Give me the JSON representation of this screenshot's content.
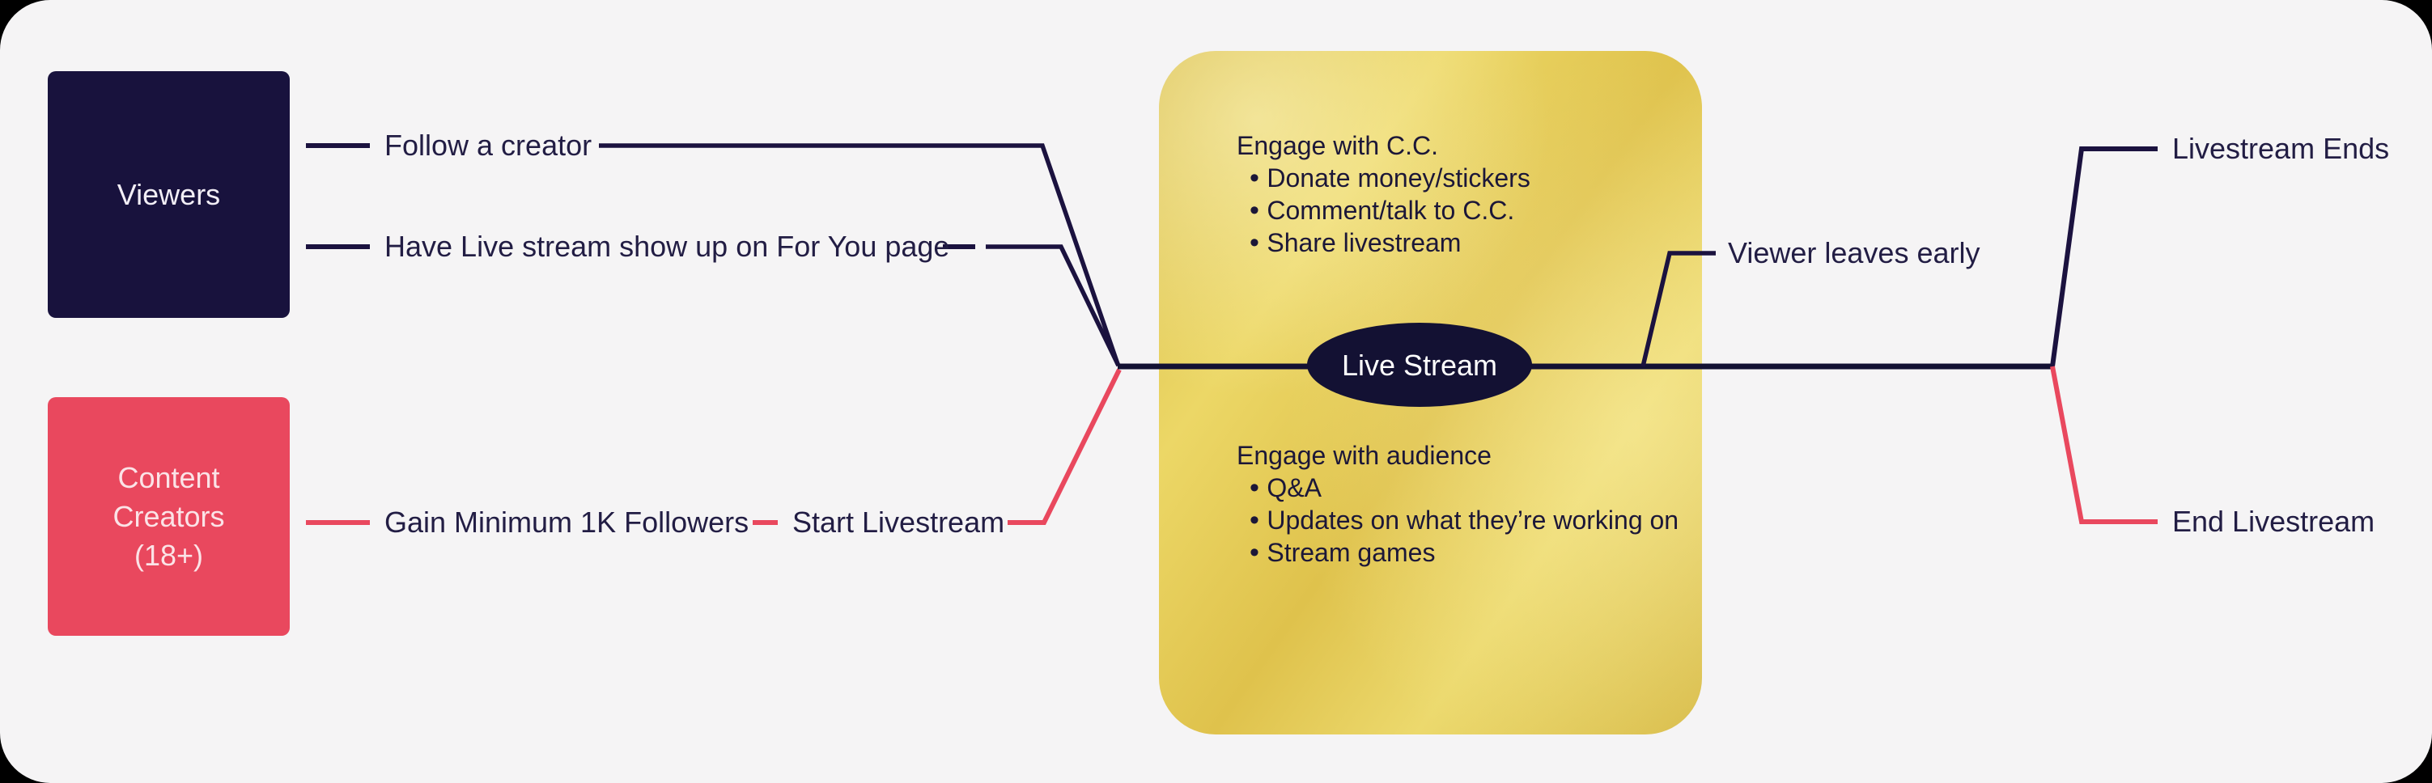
{
  "colors": {
    "background": "#f5f4f5",
    "navy": "#1b123f",
    "red": "#e9485e",
    "yellow": "#e5cb57",
    "node_fill": "#131133"
  },
  "actors": {
    "viewers": {
      "label": "Viewers"
    },
    "creators": {
      "label": "Content Creators (18+)"
    }
  },
  "steps": {
    "follow": "Follow a creator",
    "foryou": "Have Live stream show up on For You page",
    "gain": "Gain Minimum 1K Followers",
    "start": "Start Livestream"
  },
  "livestream": {
    "node": "Live Stream",
    "viewer_engagement": {
      "title": "Engage with C.C.",
      "bullets": [
        "Donate money/stickers",
        "Comment/talk to C.C.",
        "Share livestream"
      ]
    },
    "creator_engagement": {
      "title": "Engage with audience",
      "bullets": [
        "Q&A",
        "Updates on what they’re working on",
        "Stream games"
      ]
    }
  },
  "outcomes": {
    "viewer_leaves": "Viewer leaves early",
    "livestream_ends": "Livestream Ends",
    "end_livestream": "End Livestream"
  }
}
